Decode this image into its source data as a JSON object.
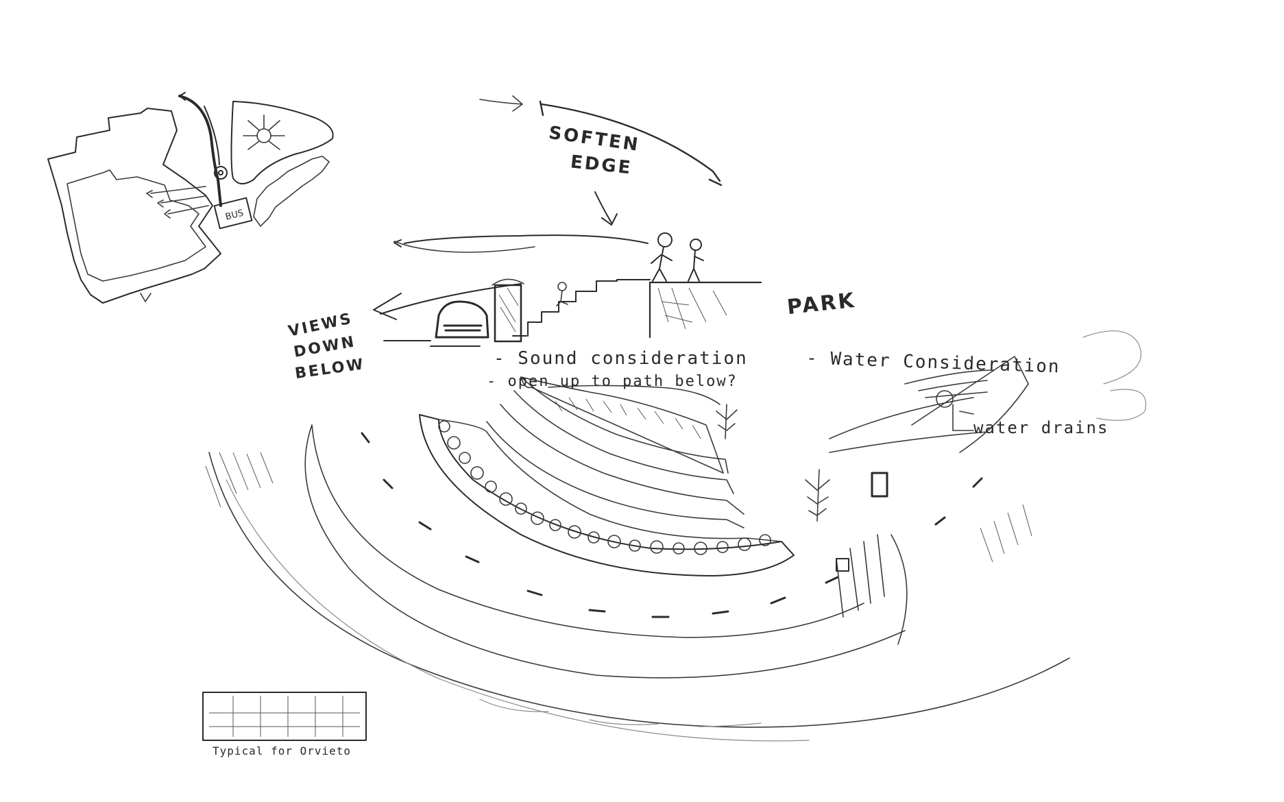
{
  "labels": {
    "bus": "BUS",
    "soften_edge_line1": "SOFTEN",
    "soften_edge_line2": "EDGE",
    "park": "PARK",
    "views_line1": "VIEWS",
    "views_line2": "DOWN",
    "views_line3": "BELOW",
    "sound": "- Sound consideration",
    "water": "- Water Consideration",
    "open": "- open up to path below?",
    "water_drains": "water drains",
    "typical": "Typical for Orvieto"
  },
  "colors": {
    "ink": "#2a2a2a",
    "paper": "#ffffff"
  }
}
